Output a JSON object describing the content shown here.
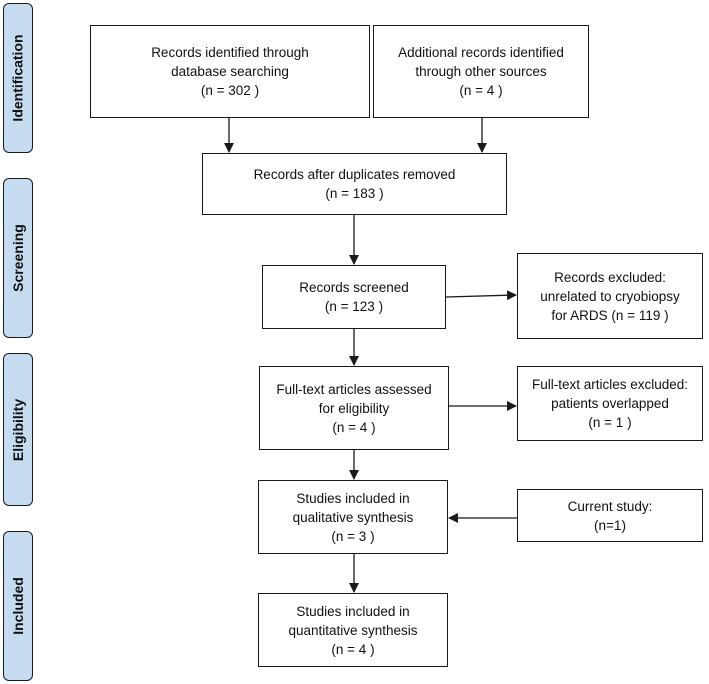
{
  "stages": {
    "identification": "Identification",
    "screening": "Screening",
    "eligibility": "Eligibility",
    "included": "Included"
  },
  "boxes": {
    "db_search": {
      "lines": [
        "Records identified through",
        "database searching",
        "(n =  302 )"
      ]
    },
    "other_sources": {
      "lines": [
        "Additional records identified",
        "through other sources",
        "(n = 4  )"
      ]
    },
    "duplicates_removed": {
      "lines": [
        "Records after duplicates removed",
        "(n = 183  )"
      ]
    },
    "screened": {
      "lines": [
        "Records screened",
        "(n = 123  )"
      ]
    },
    "excluded": {
      "lines": [
        "Records excluded:",
        "unrelated to cryobiopsy",
        "for ARDS (n = 119  )"
      ]
    },
    "fulltext_assessed": {
      "lines": [
        "Full-text articles assessed",
        "for eligibility",
        "(n =  4 )"
      ]
    },
    "fulltext_excluded": {
      "lines": [
        "Full-text articles excluded:",
        "patients overlapped",
        "(n = 1  )"
      ]
    },
    "qualitative": {
      "lines": [
        "Studies included in",
        "qualitative synthesis",
        "(n =  3 )"
      ]
    },
    "current_study": {
      "lines": [
        "Current study:",
        "(n=1)"
      ]
    },
    "quantitative": {
      "lines": [
        "Studies included in",
        "quantitative synthesis",
        "(n = 4 )"
      ]
    }
  },
  "colors": {
    "stage_fill": "#c5dcf0",
    "border": "#1a1a1a",
    "arrow": "#1a1a1a"
  }
}
